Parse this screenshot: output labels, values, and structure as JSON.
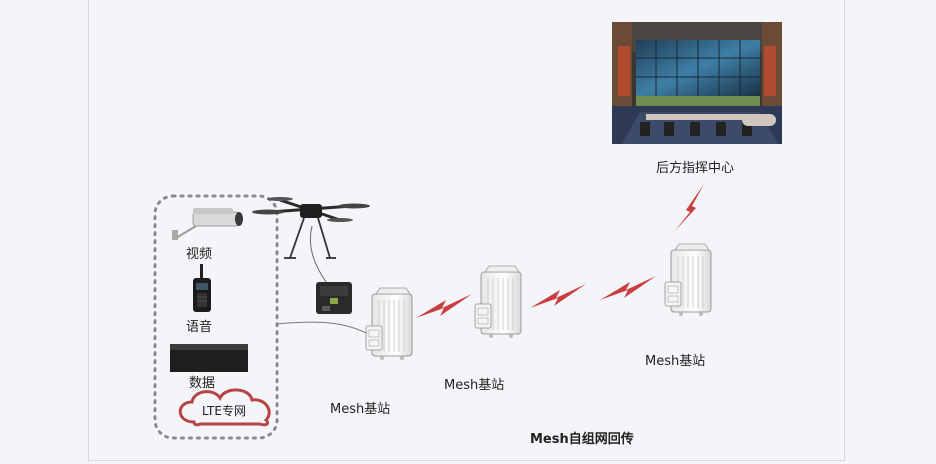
{
  "labels": {
    "video": "视频",
    "voice": "语音",
    "data": "数据",
    "lte": "LTE专网",
    "station_1": "Mesh基站",
    "station_2": "Mesh基站",
    "station_3": "Mesh基站",
    "command_center": "后方指挥中心",
    "caption": "Mesh自组网回传"
  },
  "colors": {
    "link": "#c93f40",
    "cloud": "#b84545",
    "dotted_border": "#8a8a8a",
    "cable": "#777777"
  },
  "icons": {
    "camera": "cctv-camera-icon",
    "radio": "walkie-talkie-icon",
    "data": "data-panel-icon",
    "cloud": "cloud-icon",
    "drone": "drone-icon",
    "station": "mesh-base-station-icon",
    "wireless": "lightning-link-icon",
    "control_room": "control-room-photo"
  }
}
